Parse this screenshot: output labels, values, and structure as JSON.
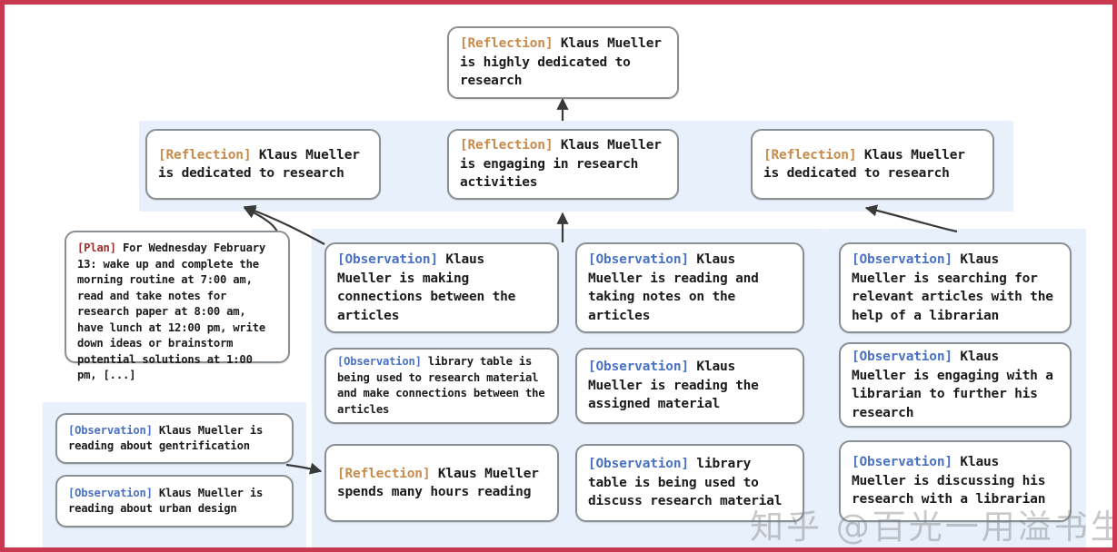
{
  "figure": {
    "kind": "reflection-tree-diagram",
    "border_color": "#c8384f",
    "band_color": "#e8f0fb",
    "node_border_color": "#8a8f94",
    "tag_colors": {
      "reflection": "#c98b4b",
      "observation": "#4a72c4",
      "plan": "#9d2f2f"
    }
  },
  "watermark": {
    "text": "知乎 @百光一用溢书生"
  },
  "nodes": {
    "root": {
      "tag": "[Reflection]",
      "text": " Klaus Mueller is highly dedicated to research"
    },
    "mid_left": {
      "tag": "[Reflection]",
      "text": " Klaus Mueller is dedicated to research"
    },
    "mid_center": {
      "tag": "[Reflection]",
      "text": " Klaus Mueller is engaging in research activities"
    },
    "mid_right": {
      "tag": "[Reflection]",
      "text": " Klaus Mueller is dedicated to research"
    },
    "plan": {
      "tag": "[Plan]",
      "text": " For Wednesday February 13: wake up and complete the morning routine at 7:00 am, read and take notes for research paper at 8:00 am, have lunch at 12:00 pm, write down ideas or brainstorm potential solutions at 1:00 pm, [...]"
    },
    "leaf_a1": {
      "tag": "[Observation]",
      "text": " Klaus Mueller is making connections between the articles"
    },
    "leaf_a2": {
      "tag": "[Observation]",
      "text": " library table is being used to research material and make connections between the articles"
    },
    "leaf_a3": {
      "tag": "[Reflection]",
      "text": " Klaus Mueller spends many hours reading"
    },
    "leaf_b1": {
      "tag": "[Observation]",
      "text": " Klaus Mueller is reading and taking notes on the articles"
    },
    "leaf_b2": {
      "tag": "[Observation]",
      "text": " Klaus Mueller is reading the assigned material"
    },
    "leaf_b3": {
      "tag": "[Observation]",
      "text": " library table is being used to discuss research material"
    },
    "leaf_c1": {
      "tag": "[Observation]",
      "text": " Klaus Mueller is searching for relevant articles with the help of a librarian"
    },
    "leaf_c2": {
      "tag": "[Observation]",
      "text": " Klaus Mueller is engaging with a librarian to further his research"
    },
    "leaf_c3": {
      "tag": "[Observation]",
      "text": " Klaus Mueller is discussing his research with a librarian"
    },
    "leaf_d1": {
      "tag": "[Observation]",
      "text": " Klaus Mueller is reading about gentrification"
    },
    "leaf_d2": {
      "tag": "[Observation]",
      "text": " Klaus Mueller is reading about urban design"
    }
  }
}
